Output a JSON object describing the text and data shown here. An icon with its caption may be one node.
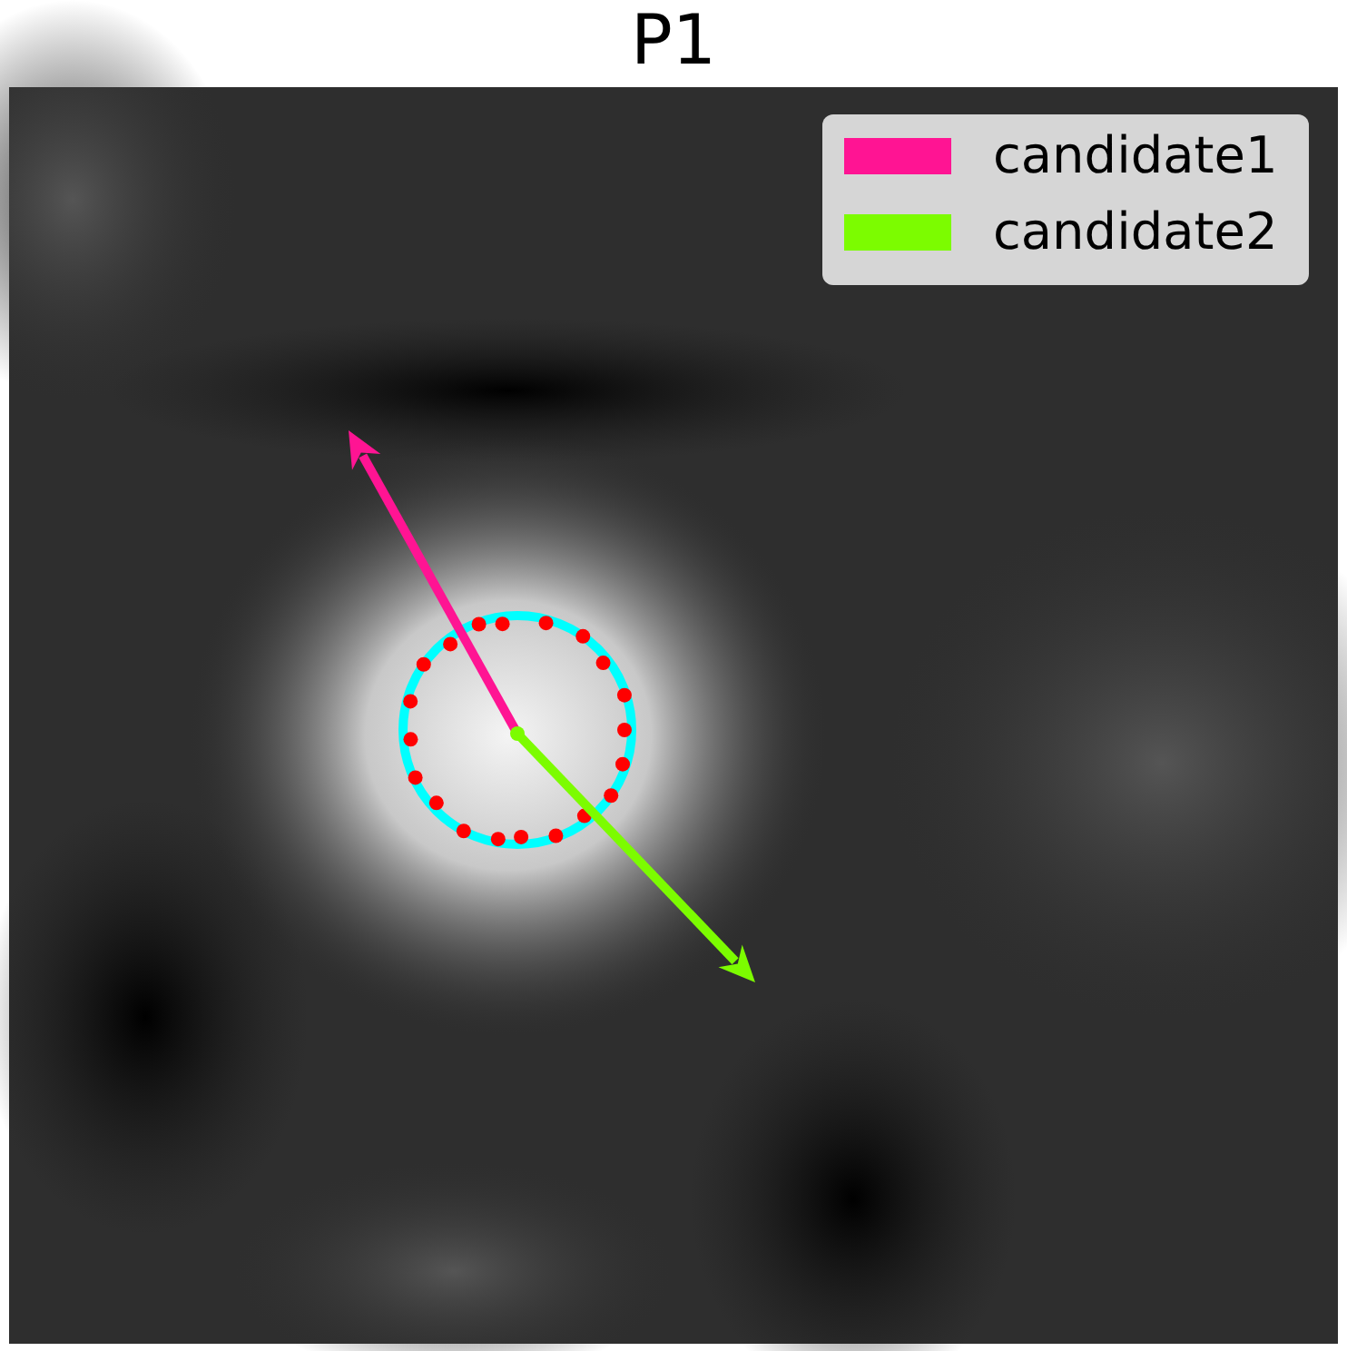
{
  "diagram": {
    "title": "P1",
    "legend": [
      {
        "text": "candidate1",
        "color": "#ff1493"
      },
      {
        "text": "candidate2",
        "color": "#7cfc00"
      }
    ]
  }
}
